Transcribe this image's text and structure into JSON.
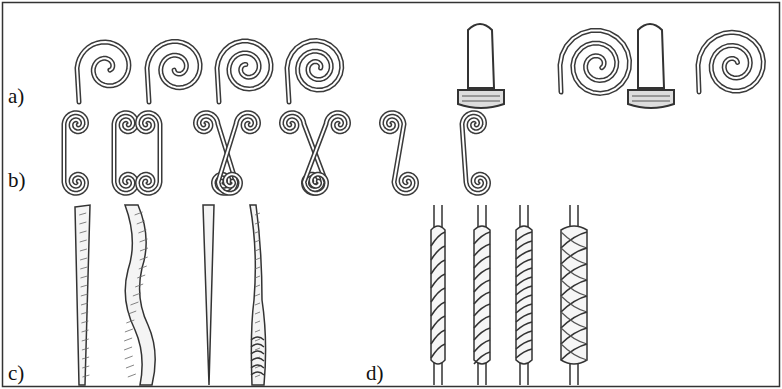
{
  "diagram": {
    "labels": [
      "a)",
      "b)",
      "c)",
      "d)"
    ]
  }
}
